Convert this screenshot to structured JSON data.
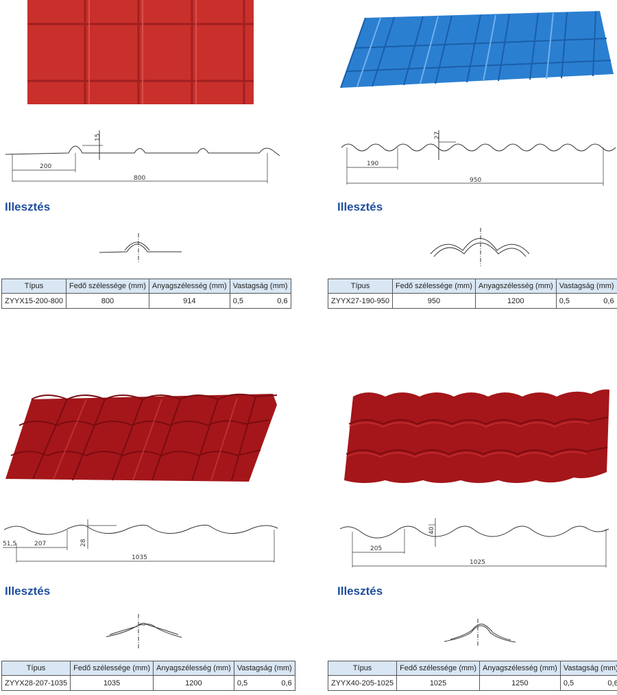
{
  "heading": "Illesztés",
  "table_headers": {
    "type": "Típus",
    "cover_width": "Fedő szélessége (mm)",
    "material_width": "Anyagszélesség (mm)",
    "thickness": "Vastagság (mm)"
  },
  "colors": {
    "red": "#c9302c",
    "blue": "#2b7fd1",
    "dark_red": "#a4161a",
    "heading": "#1f4e9c",
    "table_header_bg": "#d9e6f3"
  },
  "products": [
    {
      "type": "ZYYX15-200-800",
      "cover_width": "800",
      "material_width": "914",
      "thickness_a": "0,5",
      "thickness_b": "0,6",
      "profile_labels": {
        "pitch": "200",
        "height": "15",
        "total": "800"
      }
    },
    {
      "type": "ZYYX27-190-950",
      "cover_width": "950",
      "material_width": "1200",
      "thickness_a": "0,5",
      "thickness_b": "0,6",
      "profile_labels": {
        "pitch": "190",
        "height": "27",
        "total": "950"
      }
    },
    {
      "type": "ZYYX28-207-1035",
      "cover_width": "1035",
      "material_width": "1200",
      "thickness_a": "0,5",
      "thickness_b": "0,6",
      "profile_labels": {
        "edge": "51,5",
        "pitch": "207",
        "height": "28",
        "total": "1035"
      }
    },
    {
      "type": "ZYYX40-205-1025",
      "cover_width": "1025",
      "material_width": "1250",
      "thickness_a": "0,5",
      "thickness_b": "0,6",
      "profile_labels": {
        "pitch": "205",
        "height": "40",
        "total": "1025"
      }
    }
  ]
}
